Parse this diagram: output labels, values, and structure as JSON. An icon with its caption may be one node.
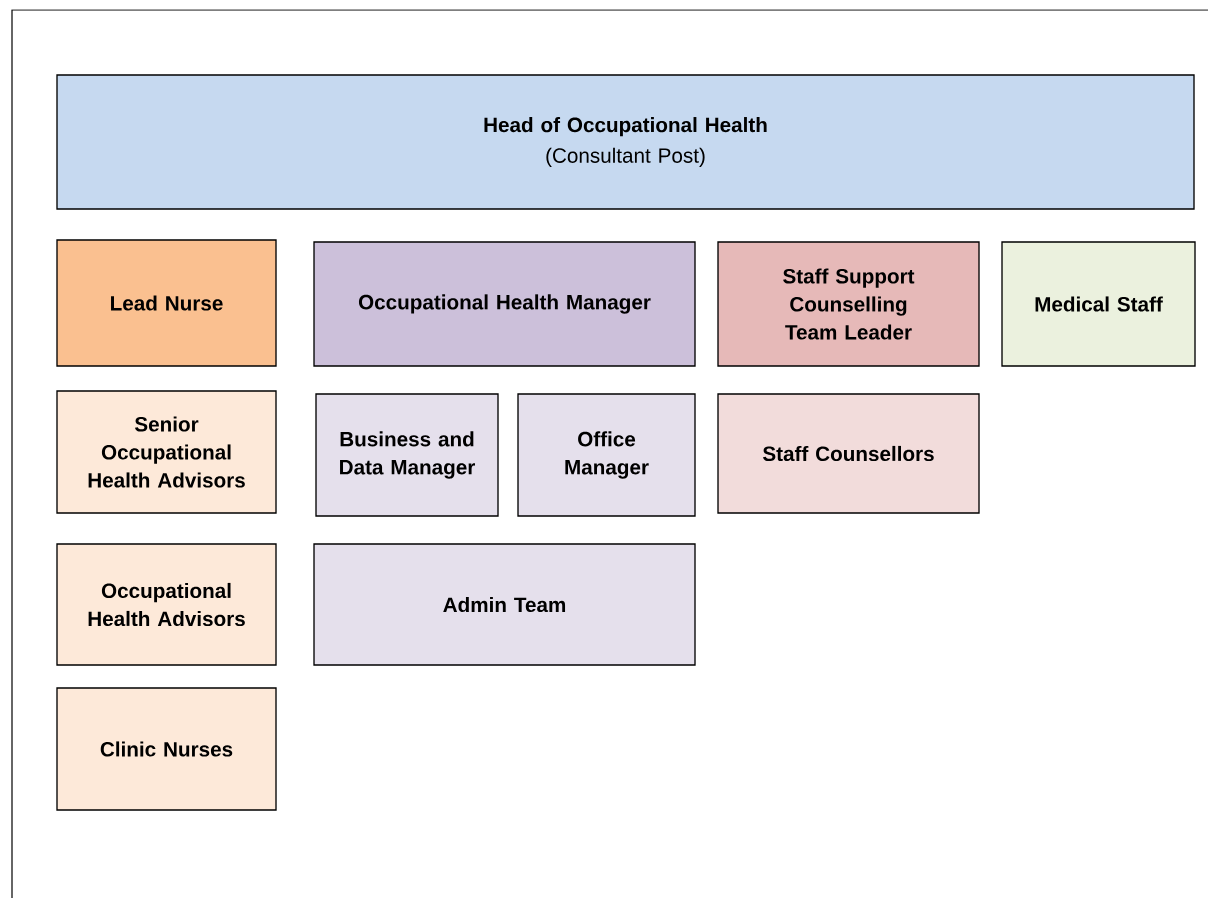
{
  "diagram": {
    "nodes": [
      {
        "text": [
          "Head of Occupational Health",
          "(Consultant Post)"
        ]
      },
      {
        "text": [
          "Lead Nurse"
        ]
      },
      {
        "text": [
          "Occupational Health Manager"
        ]
      },
      {
        "text": [
          "Staff Support Counselling Team Leader"
        ]
      },
      {
        "text": [
          "Medical Staff"
        ]
      },
      {
        "text": [
          "Senior Occupational Health Advisors"
        ]
      },
      {
        "text": [
          "Business and Data Manager"
        ]
      },
      {
        "text": [
          "Office Manager"
        ]
      },
      {
        "text": [
          "Staff Counsellors"
        ]
      },
      {
        "text": [
          "Occupational Health Advisors"
        ]
      },
      {
        "text": [
          "Admin Team"
        ]
      },
      {
        "text": [
          "Clinic Nurses"
        ]
      }
    ],
    "edges": []
  }
}
